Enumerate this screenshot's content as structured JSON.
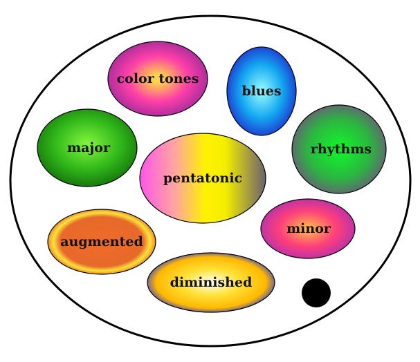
{
  "palette": {
    "outline": "#000000",
    "background": "#ffffff"
  },
  "blobs": {
    "color_tones": {
      "label": "color tones",
      "colors": [
        "#ffd24a",
        "#ff3fa8",
        "#9c2a9a"
      ]
    },
    "blues": {
      "label": "blues",
      "colors": [
        "#8ff6ff",
        "#14a8f0",
        "#1d2fd0"
      ]
    },
    "major": {
      "label": "major",
      "colors": [
        "#7ef03c",
        "#31b81a",
        "#177a0d"
      ]
    },
    "rhythms": {
      "label": "rhythms",
      "colors": [
        "#17e82f",
        "#2bb640",
        "#6a5a7a"
      ]
    },
    "pentatonic": {
      "label": "pentatonic",
      "colors": [
        "#ff55e8",
        "#ffa6a0",
        "#fff200",
        "#f4ee00",
        "#6a6070"
      ]
    },
    "minor": {
      "label": "minor",
      "colors": [
        "#ffb64a",
        "#ff3f7a",
        "#b030b0"
      ]
    },
    "augmented": {
      "label": "augmented",
      "colors": [
        "#f06a2a",
        "#e66a2a",
        "#ffe23a",
        "#e07020"
      ]
    },
    "diminished": {
      "label": "diminished",
      "colors": [
        "#ffffff",
        "#ffe23a",
        "#ffb800",
        "#2c3be0"
      ]
    }
  }
}
